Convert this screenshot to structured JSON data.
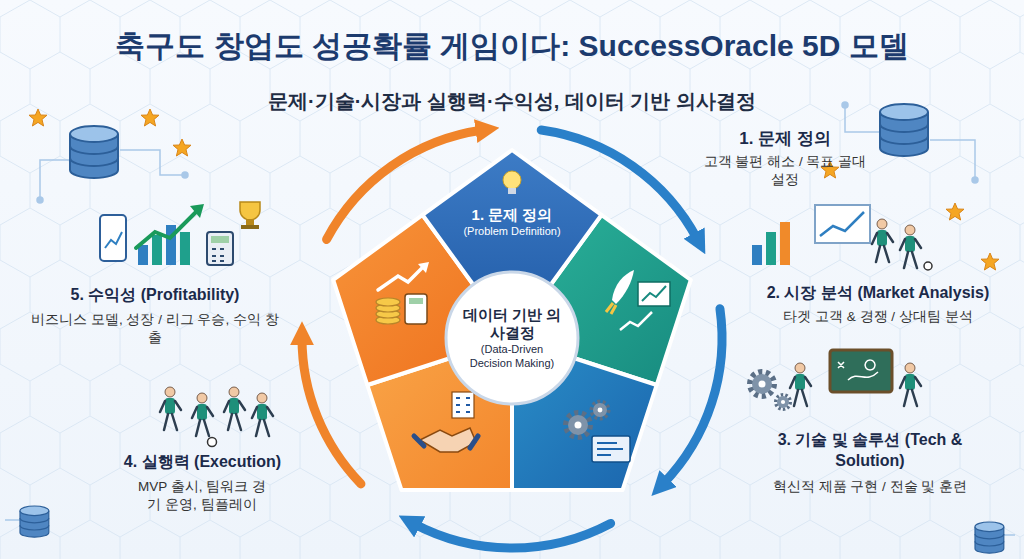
{
  "diagram": {
    "title": "축구도 창업도 성공확률 게임이다: SuccessOracle 5D 모델",
    "nodes": [
      {
        "text": [
          "1. 문제 정의",
          "(Problem Definition)"
        ]
      },
      {
        "text": [
          "데이터 기반 의사결정",
          "(Data-Driven Decision Making)"
        ]
      }
    ],
    "labels": [
      "문제·기술·시장과 실행력·수익성, 데이터 기반 의사결정",
      "1. 문제 정의",
      "고객 불편 해소 / 목표 골대 설정",
      "2. 시장 분석 (Market Analysis)",
      "타겟 고객 & 경쟁 / 상대팀 분석",
      "3. 기술 및 솔루션 (Tech & Solution)",
      "혁신적 제품 구현 / 전술 및 훈련",
      "4. 실행력 (Execution)",
      "MVP 출시, 팀워크 경기 운영, 팀플레이",
      "5. 수익성 (Profitability)",
      "비즈니스 모델, 성장 / 리그 우승, 수익 창출"
    ]
  }
}
